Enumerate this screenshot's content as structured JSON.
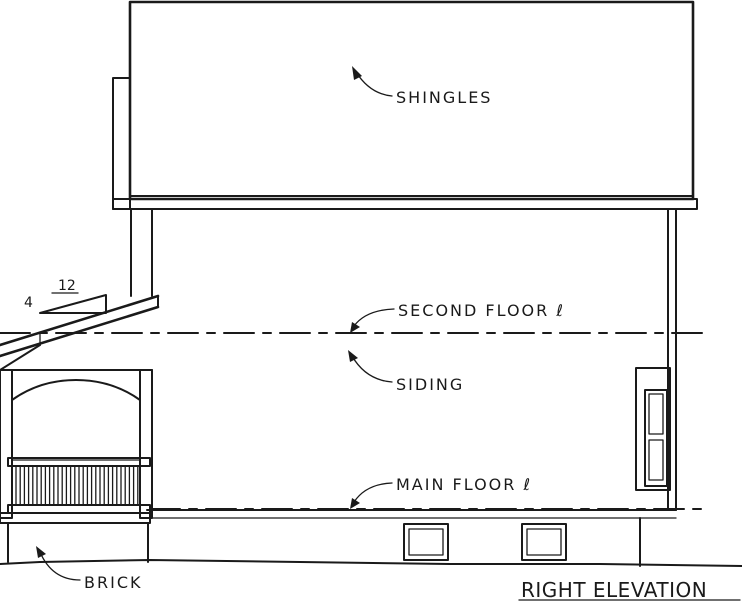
{
  "title": "RIGHT ELEVATION",
  "labels": {
    "shingles": "SHINGLES",
    "second_floor": "SECOND FLOOR ℓ",
    "siding": "SIDING",
    "main_floor": "MAIN FLOOR ℓ",
    "brick": "BRICK"
  },
  "roof_pitch": {
    "rise": "4",
    "run": "12"
  }
}
